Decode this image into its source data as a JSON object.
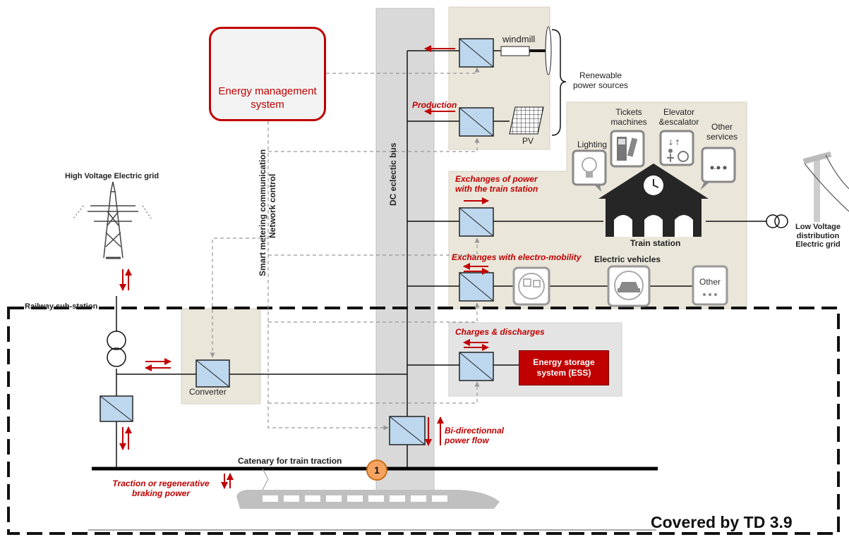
{
  "colors": {
    "accent_red": "#c00000",
    "panel_beige": "#eae6da",
    "panel_gray": "#e4e4e4",
    "converter_blue": "#bdd7ee"
  },
  "ems": {
    "label": "Energy management system",
    "icon": "bar-chart-growth-icon"
  },
  "dc_bus": {
    "label": "DC eclectic bus"
  },
  "smart_metering": {
    "line1": "Smart metering communication",
    "line2": "Network control"
  },
  "renewables": {
    "windmill": "windmill",
    "pv": "PV",
    "group_label": "Renewable power sources",
    "production": "Production"
  },
  "station": {
    "lighting": "Lighting",
    "tickets": "Tickets machines",
    "elevator": "Elevator &escalator",
    "other_services": "Other services",
    "more_icon_text": "...",
    "name": "Train station",
    "exchanges_power": "Exchanges of power with the train station"
  },
  "mobility": {
    "exchanges": "Exchanges with electro-mobility",
    "electric_vehicles": "Electric vehicles",
    "other": "Other"
  },
  "grid": {
    "high_voltage": "High Voltage Electric grid",
    "low_voltage": "Low Voltage distribution Electric grid"
  },
  "substation": {
    "label": "Railway sub-station",
    "converter": "Converter"
  },
  "storage": {
    "charges": "Charges & discharges",
    "ess": "Energy storage system (ESS)"
  },
  "flows": {
    "bidirectional": "Bi-directionnal power flow",
    "traction": "Traction or regenerative braking power"
  },
  "catenary": {
    "label": "Catenary for train traction"
  },
  "badge": {
    "number": "1"
  },
  "footer": {
    "covered": "Covered by TD 3.9"
  }
}
